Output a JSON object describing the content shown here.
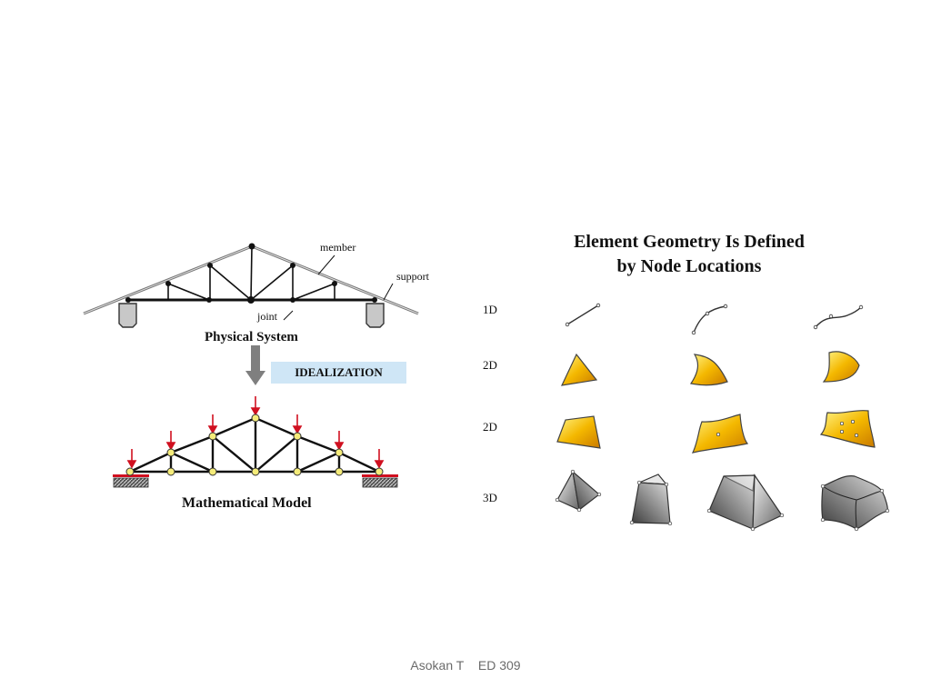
{
  "left": {
    "label_member": "member",
    "label_support": "support",
    "label_joint": "joint",
    "caption_physical": "Physical System",
    "idealization": "IDEALIZATION",
    "caption_math": "Mathematical Model"
  },
  "right": {
    "title_line1": "Element Geometry Is Defined",
    "title_line2": "by Node Locations",
    "rows": [
      "1D",
      "2D",
      "2D",
      "3D"
    ]
  },
  "footer": {
    "author": "Asokan T",
    "course": "ED 309"
  },
  "colors": {
    "element_fill": "#f2b200",
    "load_arrow": "#d01020",
    "idealization_bg": "#cfe6f6",
    "node_fill": "#f5ec7a"
  }
}
